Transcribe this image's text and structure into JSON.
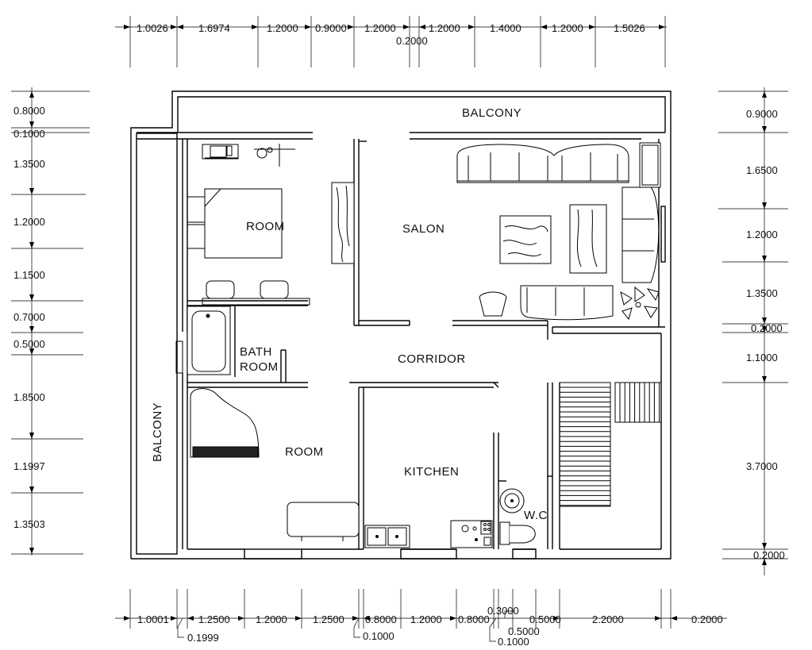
{
  "rooms": {
    "balcony_top": "BALCONY",
    "balcony_left": "BALCONY",
    "room_upper": "ROOM",
    "salon": "SALON",
    "bath_line1": "BATH",
    "bath_line2": "ROOM",
    "corridor": "CORRIDOR",
    "room_lower": "ROOM",
    "kitchen": "KITCHEN",
    "wc": "W.C"
  },
  "dimensions": {
    "top": [
      "1.0026",
      "1.6974",
      "1.2000",
      "0.9000",
      "1.2000",
      "0.2000",
      "1.2000",
      "1.4000",
      "1.2000",
      "1.5026"
    ],
    "bottom": [
      "1.0001",
      "0.1999",
      "1.2500",
      "1.2000",
      "1.2500",
      "0.8000",
      "0.1000",
      "1.2000",
      "0.8000",
      "0.3000",
      "0.1000",
      "0.5000",
      "0.5000",
      "2.2000",
      "0.2000"
    ],
    "left": [
      "0.8000",
      "0.1000",
      "1.3500",
      "1.2000",
      "1.1500",
      "0.7000",
      "0.5000",
      "1.8500",
      "1.1997",
      "1.3503"
    ],
    "right": [
      "0.9000",
      "1.6500",
      "1.2000",
      "1.3500",
      "0.2000",
      "1.1000",
      "3.7000",
      "0.2000"
    ]
  }
}
